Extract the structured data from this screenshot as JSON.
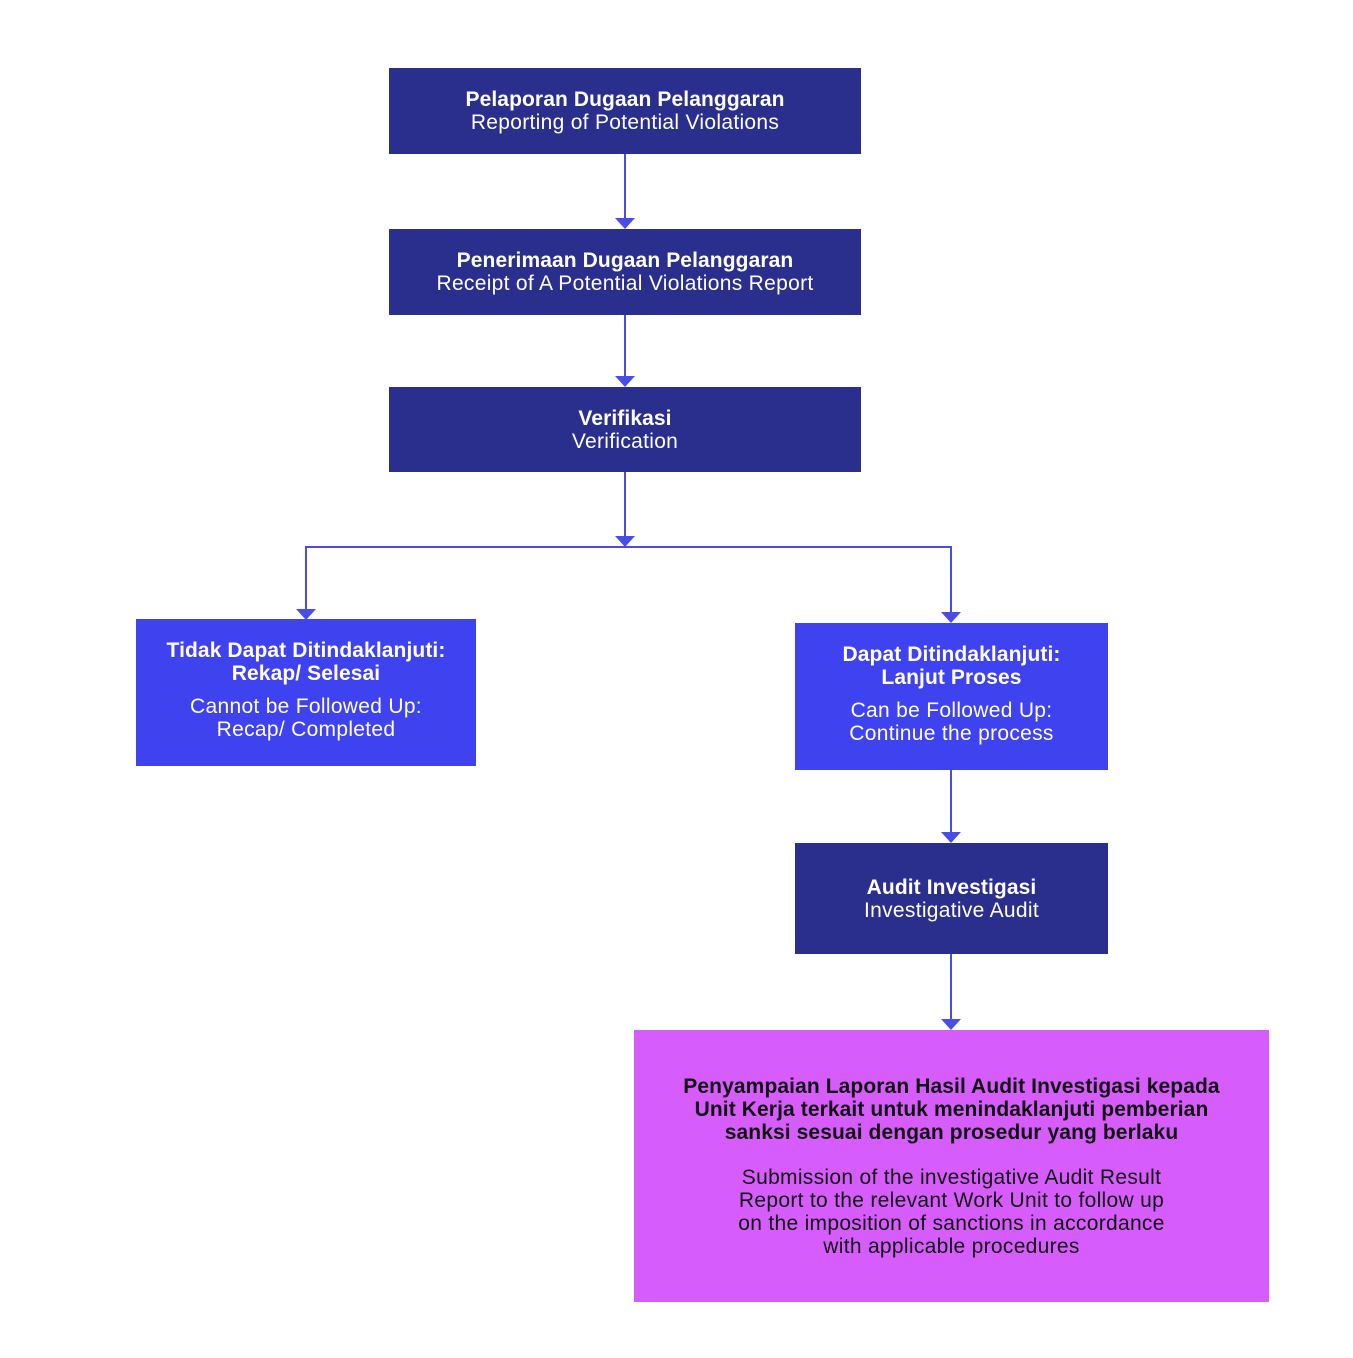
{
  "colors": {
    "dark_box": "#2a2f8e",
    "blue_box": "#3f42ef",
    "magenta_box": "#d65cfb",
    "connector": "#4a4ce6"
  },
  "nodes": {
    "reporting": {
      "title": "Pelaporan Dugaan Pelanggaran",
      "subtitle": "Reporting of Potential Violations"
    },
    "receipt": {
      "title": "Penerimaan Dugaan Pelanggaran",
      "subtitle": "Receipt of A Potential Violations Report"
    },
    "verification": {
      "title": "Verifikasi",
      "subtitle": "Verification"
    },
    "cannot_follow_up": {
      "title_line1": "Tidak Dapat Ditindaklanjuti:",
      "title_line2": "Rekap/ Selesai",
      "subtitle_line1": "Cannot be Followed Up:",
      "subtitle_line2": "Recap/ Completed"
    },
    "can_follow_up": {
      "title_line1": "Dapat Ditindaklanjuti:",
      "title_line2": "Lanjut Proses",
      "subtitle_line1": "Can be Followed Up:",
      "subtitle_line2": "Continue the process"
    },
    "investigative_audit": {
      "title": "Audit Investigasi",
      "subtitle": "Investigative Audit"
    },
    "submission": {
      "title_line1": "Penyampaian Laporan Hasil Audit Investigasi kepada",
      "title_line2": "Unit Kerja terkait untuk menindaklanjuti pemberian",
      "title_line3": "sanksi sesuai dengan prosedur yang berlaku",
      "subtitle_line1": "Submission of the investigative Audit Result",
      "subtitle_line2": "Report to the relevant Work Unit to follow up",
      "subtitle_line3": "on the imposition of sanctions in accordance",
      "subtitle_line4": "with applicable procedures"
    }
  }
}
